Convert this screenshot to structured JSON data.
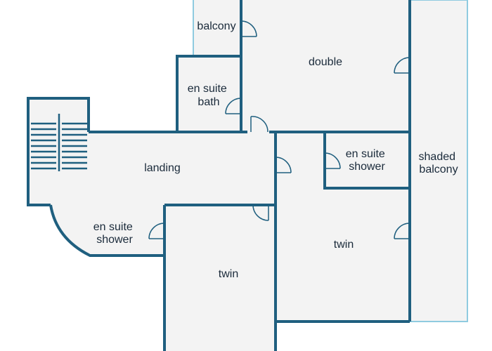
{
  "colors": {
    "wall": "#1f5f7f",
    "balcony_outline": "#8fcbe0",
    "floor": "#f3f3f3",
    "background": "#ffffff",
    "label": "#1a2a3a"
  },
  "rooms": {
    "balcony": "balcony",
    "double": "double",
    "en_suite_bath": [
      "en suite",
      "bath"
    ],
    "landing": "landing",
    "en_suite_shower_right": [
      "en suite",
      "shower"
    ],
    "shaded_balcony": [
      "shaded",
      "balcony"
    ],
    "en_suite_shower_left": [
      "en suite",
      "shower"
    ],
    "twin_right": "twin",
    "twin_bottom": "twin"
  },
  "icons": [
    "staircase-icon",
    "door-swing-icon"
  ]
}
